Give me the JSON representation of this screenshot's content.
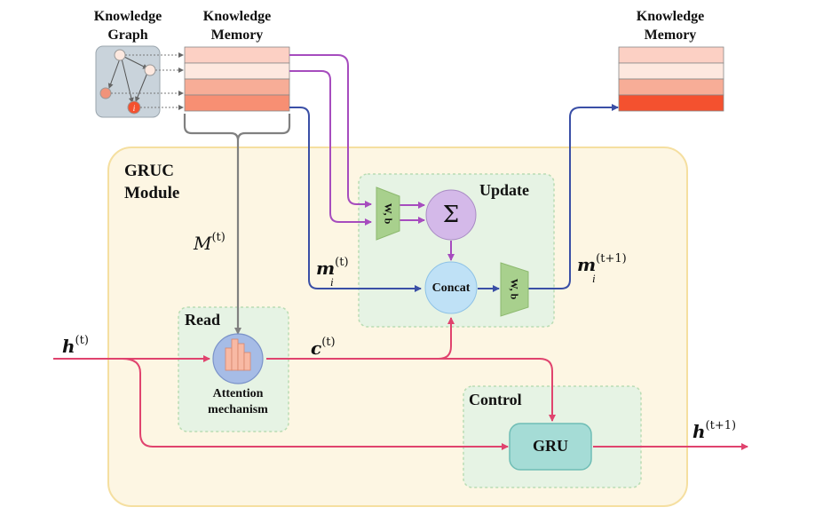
{
  "knowledge_graph": {
    "title_line1": "Knowledge",
    "title_line2": "Graph",
    "highlight_node": "i"
  },
  "knowledge_memory_left": {
    "title_line1": "Knowledge",
    "title_line2": "Memory",
    "rows": [
      "#fcd0c4",
      "#fde8df",
      "#f7ad97",
      "#f78f73"
    ]
  },
  "knowledge_memory_right": {
    "title_line1": "Knowledge",
    "title_line2": "Memory",
    "rows": [
      "#fcd0c4",
      "#fde8df",
      "#f7ad97",
      "#f4512f"
    ]
  },
  "module": {
    "title_line1": "GRUC",
    "title_line2": "Module"
  },
  "update": {
    "title": "Update",
    "weight_label": "W, b",
    "sum_symbol": "Σ",
    "concat_label": "Concat"
  },
  "read": {
    "title": "Read",
    "mechanism_line1": "Attention",
    "mechanism_line2": "mechanism"
  },
  "control": {
    "title": "Control",
    "gru_label": "GRU"
  },
  "math": {
    "M_t": {
      "base": "M",
      "sup": "(t)"
    },
    "m_i_t": {
      "base": "m",
      "sub": "i",
      "sup": "(t)"
    },
    "m_i_t1": {
      "base": "m",
      "sub": "i",
      "sup": "(t+1)"
    },
    "c_t": {
      "base": "c",
      "sup": "(t)"
    },
    "h_t": {
      "base": "h",
      "sup": "(t)"
    },
    "h_t1": {
      "base": "h",
      "sup": "(t+1)"
    }
  },
  "colors": {
    "purple": "#a64cbe",
    "blue": "#3a4fa6",
    "pink": "#e0436e",
    "gray": "#808080",
    "module_fill": "#fdf6e3",
    "module_border": "#f5dfa0",
    "green_fill": "#e6f3e4",
    "green_border": "#b9dcb3",
    "trap_fill": "#a8d08d"
  }
}
